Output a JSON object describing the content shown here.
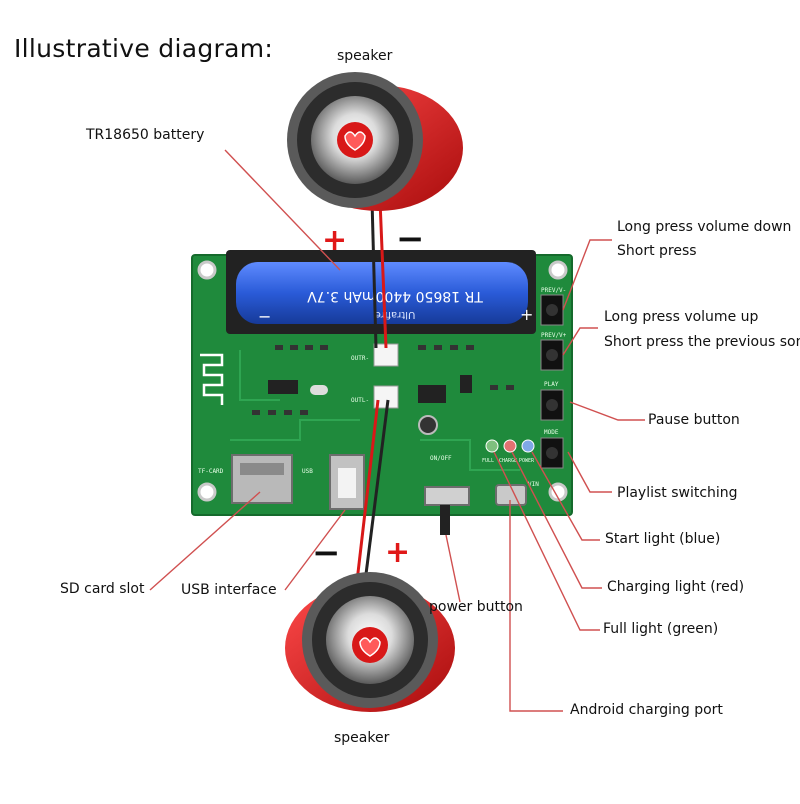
{
  "title": "Illustrative diagram:",
  "labels": {
    "speaker_top": "speaker",
    "speaker_bottom": "speaker",
    "battery": "TR18650 battery",
    "long_press_down": "Long press volume down",
    "short_press": "Short press",
    "long_press_up": "Long press volume up",
    "short_press_prev": "Short press the previous song",
    "pause": "Pause button",
    "playlist": "Playlist switching",
    "start_light": "Start light (blue)",
    "charging_light": "Charging light (red)",
    "full_light": "Full light (green)",
    "sd_slot": "SD card slot",
    "usb": "USB interface",
    "power_button": "power button",
    "android_port": "Android charging port"
  },
  "signs": {
    "top_plus": "+",
    "top_minus": "−",
    "bottom_minus": "−",
    "bottom_plus": "+"
  },
  "battery_text": {
    "main": "TR 18650 4400mAh 3.7V",
    "plus": "+",
    "minus": "−",
    "brand": "Ultrafire"
  },
  "board_text": {
    "prev_v_top": "PREV/V-",
    "prev_v": "PREV/V+",
    "play": "PLAY",
    "mode": "MODE",
    "tf_card": "TF-CARD",
    "usb": "USB",
    "on_off": "ON/OFF",
    "full": "FULL",
    "charge": "CHARGE",
    "power": "POWER",
    "vin": "VIN",
    "out_r": "OUTR-",
    "out_l": "OUTL-"
  },
  "colors": {
    "pcb": "#1f8a3c",
    "battery": "#2a5bd8",
    "speaker_red": "#d81818",
    "leader_line": "#d05050",
    "sign_plus": "#e01818"
  }
}
